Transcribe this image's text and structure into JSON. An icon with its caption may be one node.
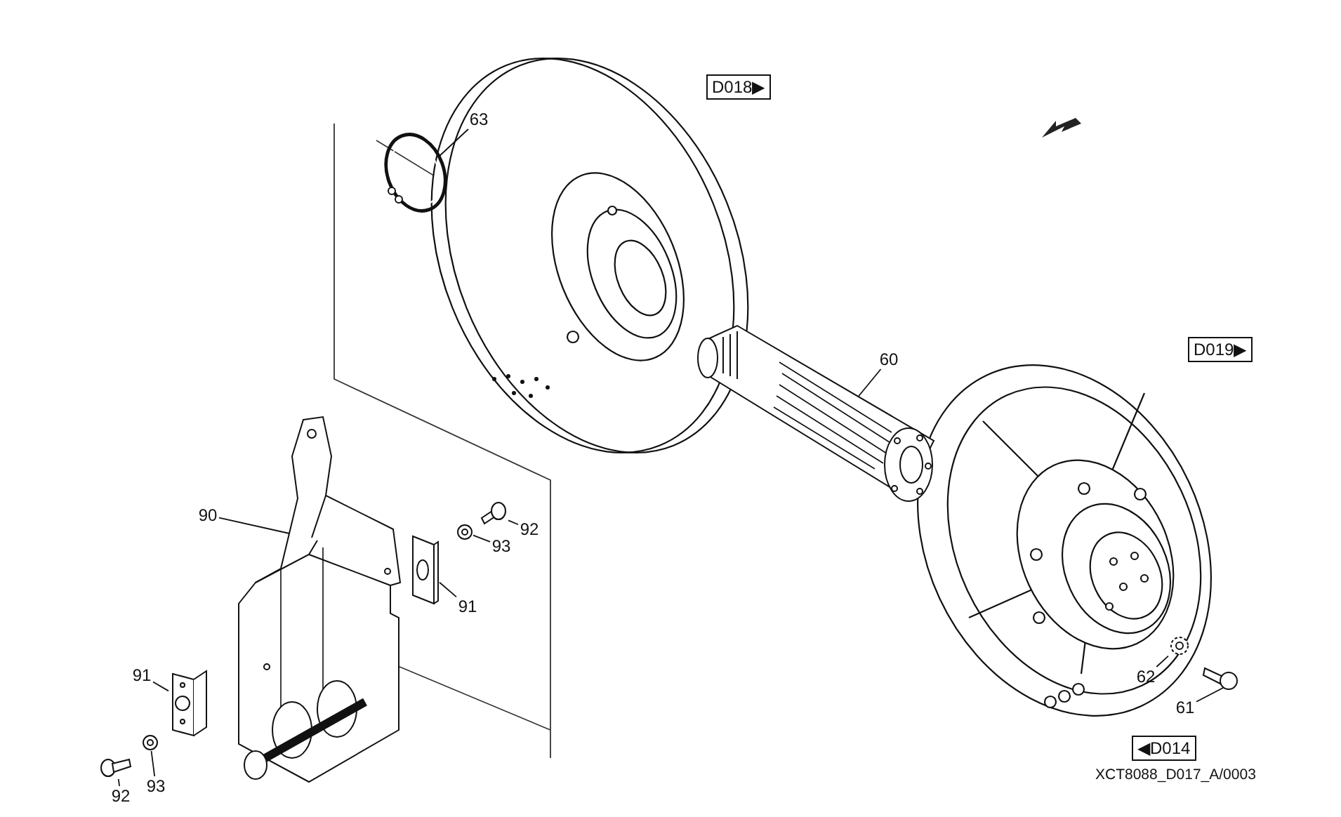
{
  "diagram": {
    "nodes": [
      {
        "text": [
          "D018▶"
        ]
      },
      {
        "text": [
          "63"
        ]
      },
      {
        "text": [],
        "shape": "picture"
      },
      {
        "text": [
          "D019▶"
        ]
      },
      {
        "text": [
          "60"
        ]
      },
      {
        "text": [],
        "shape": "picture"
      },
      {
        "text": [
          "90"
        ]
      },
      {
        "text": [],
        "shape": "picture"
      },
      {
        "text": [
          "92"
        ]
      },
      {
        "text": [],
        "shape": "picture"
      },
      {
        "text": [
          "93"
        ]
      },
      {
        "text": [],
        "shape": "picture"
      },
      {
        "text": [
          "91"
        ]
      },
      {
        "text": [],
        "shape": "picture"
      },
      {
        "text": [
          "91"
        ]
      },
      {
        "text": [],
        "shape": "picture"
      },
      {
        "text": [
          "62"
        ]
      },
      {
        "text": [],
        "shape": "picture"
      },
      {
        "text": [
          "61"
        ]
      },
      {
        "text": [],
        "shape": "picture"
      },
      {
        "text": [
          "93"
        ]
      },
      {
        "text": [],
        "shape": "picture"
      },
      {
        "text": [
          "◀D014"
        ]
      },
      {
        "text": [
          "92"
        ]
      },
      {
        "text": [],
        "shape": "picture"
      }
    ],
    "edges": [
      {
        "from": 1,
        "to": 2,
        "arrow": "none"
      },
      {
        "from": 4,
        "to": 5,
        "arrow": "none"
      },
      {
        "from": 6,
        "to": 7,
        "arrow": "none"
      },
      {
        "from": 8,
        "to": 9,
        "arrow": "none"
      },
      {
        "from": 10,
        "to": 11,
        "arrow": "none"
      },
      {
        "from": 12,
        "to": 13,
        "arrow": "none"
      },
      {
        "from": 14,
        "to": 15,
        "arrow": "none"
      },
      {
        "from": 16,
        "to": 17,
        "arrow": "none"
      },
      {
        "from": 18,
        "to": 19,
        "arrow": "none"
      },
      {
        "from": 20,
        "to": 21,
        "arrow": "none"
      },
      {
        "from": 23,
        "to": 24,
        "arrow": "none"
      }
    ],
    "labels": [
      "XCT8088_D017_A/0003"
    ]
  }
}
